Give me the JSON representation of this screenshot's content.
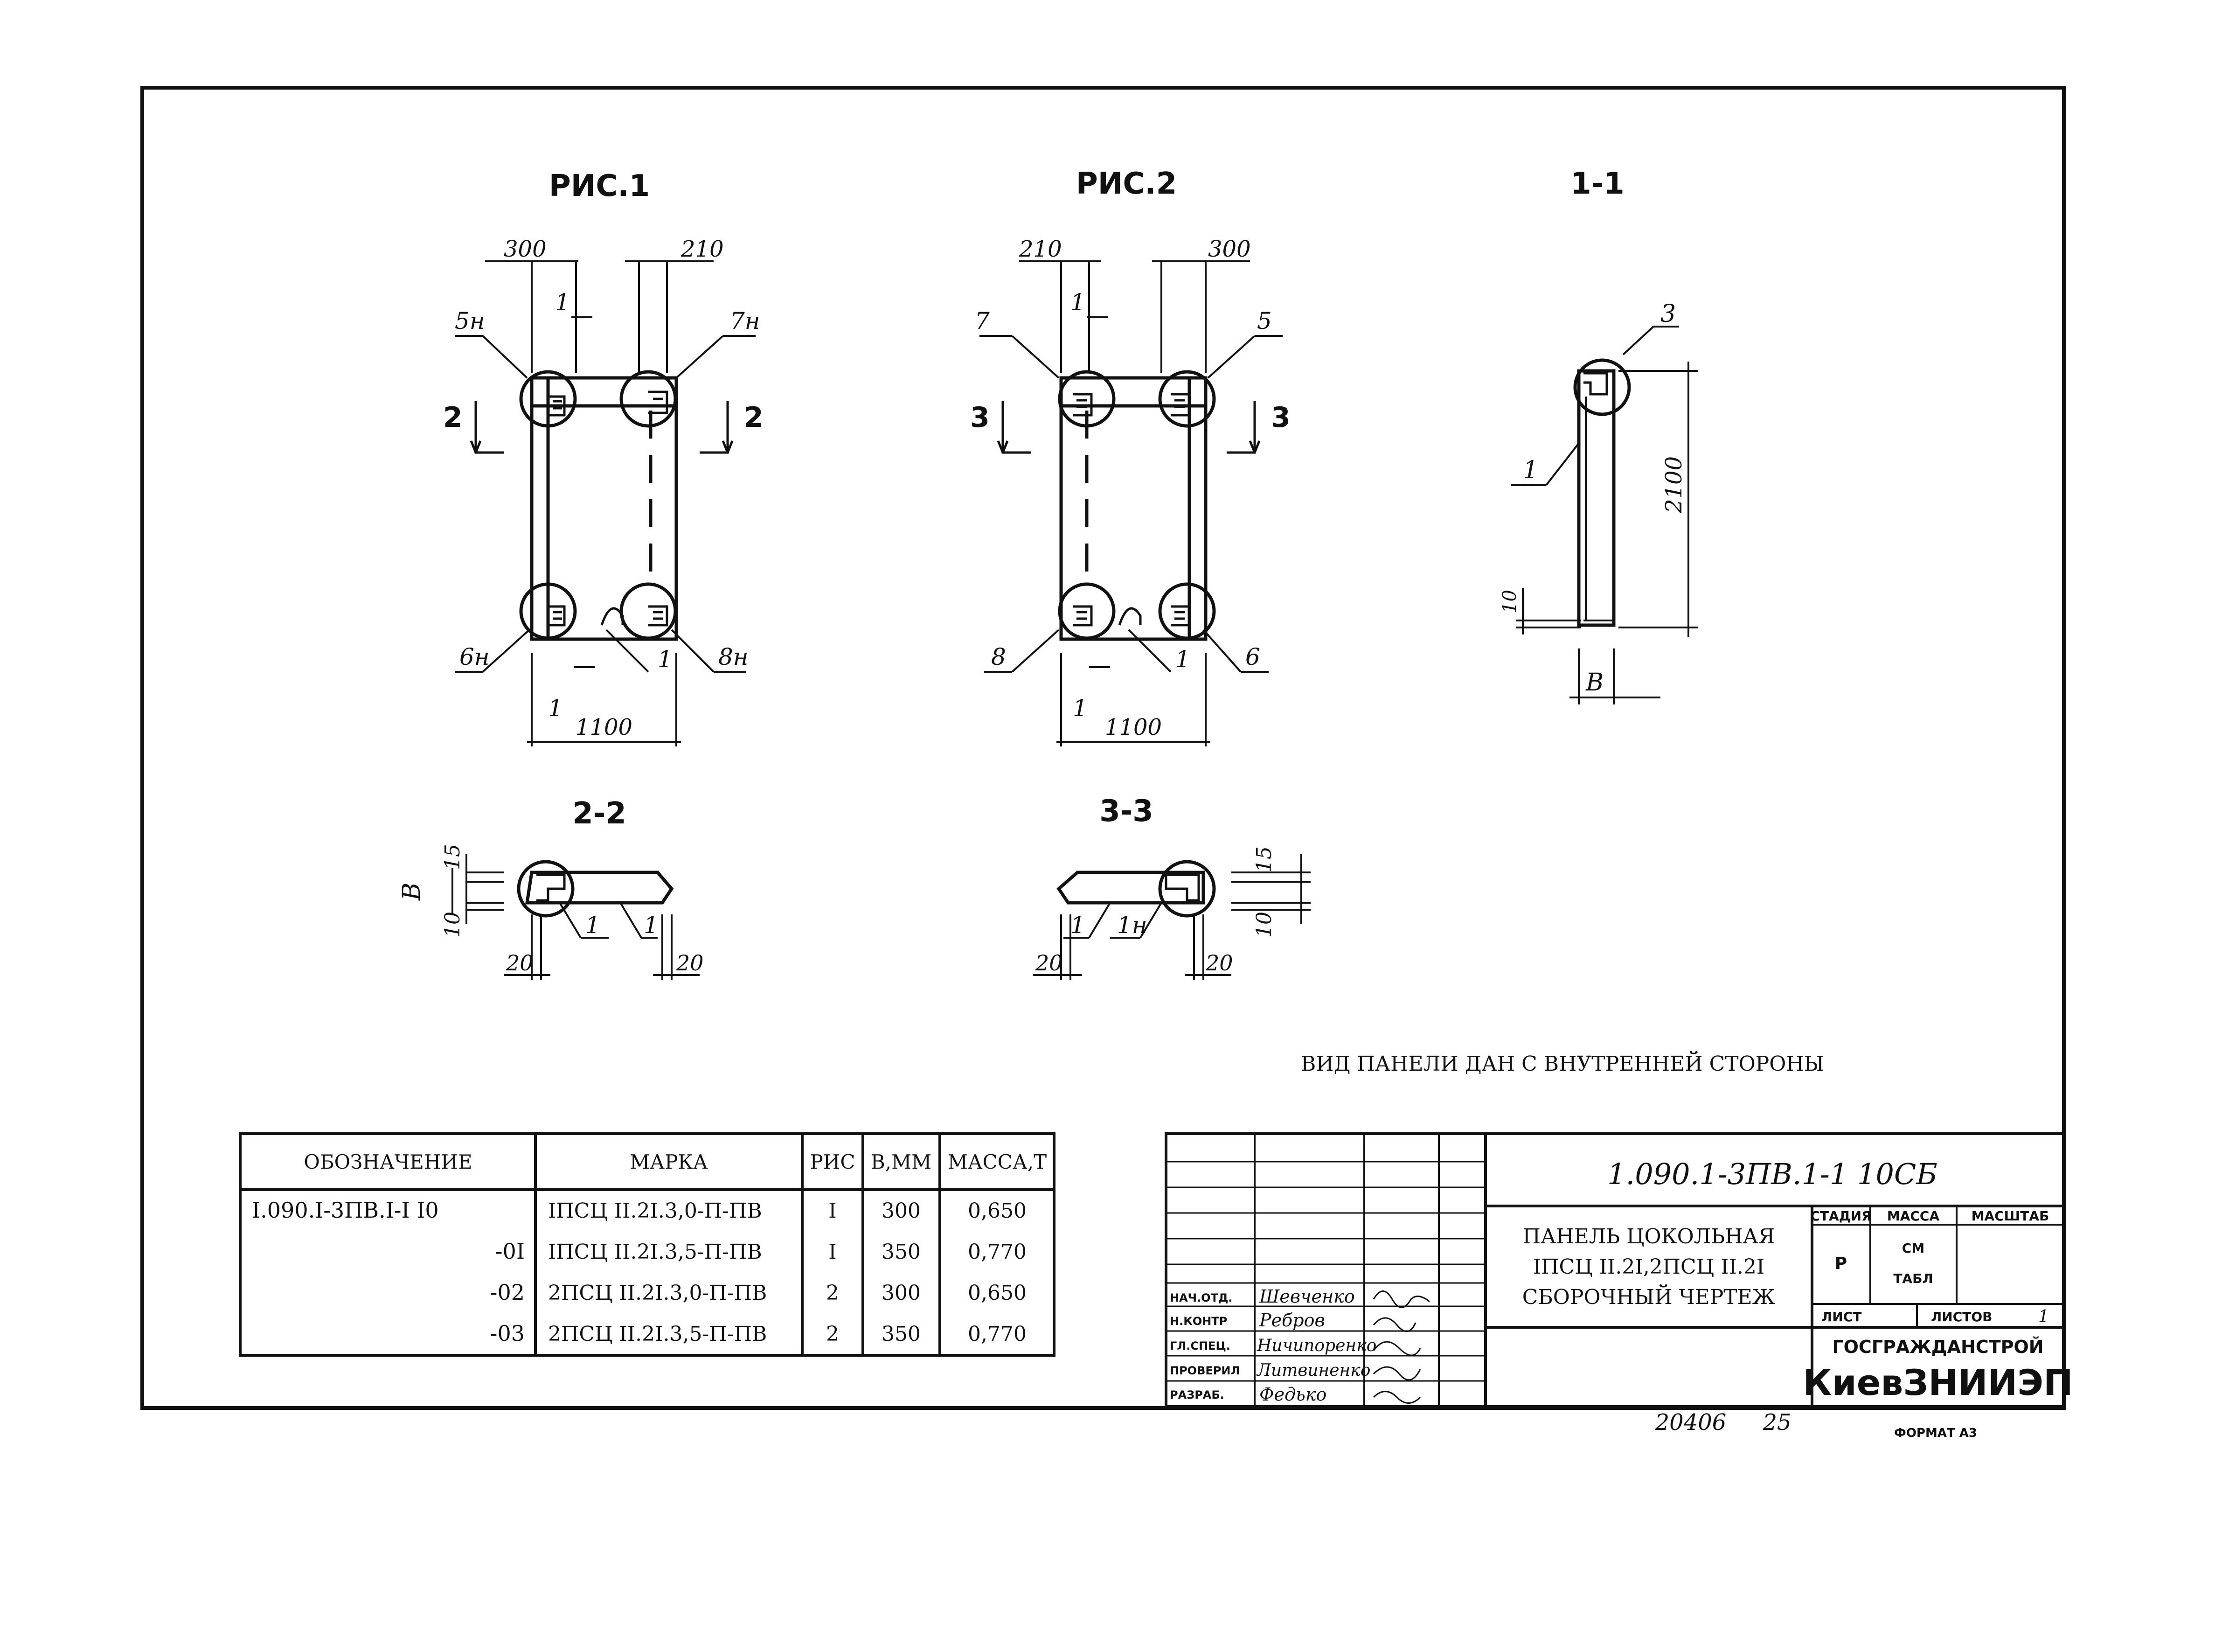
{
  "figures": {
    "fig1": {
      "title": "РИС.1",
      "dims": {
        "left_top": "300",
        "right_top": "210",
        "bottom": "1100"
      },
      "callouts": {
        "tl": "5н",
        "tr": "7н",
        "bl": "6н",
        "br": "8н",
        "mid": "1"
      },
      "section_marks": {
        "left": "2",
        "right": "2",
        "top": "1",
        "bottom": "1"
      }
    },
    "fig2": {
      "title": "РИС.2",
      "dims": {
        "left_top": "210",
        "right_top": "300",
        "bottom": "1100"
      },
      "callouts": {
        "tl": "7",
        "tr": "5",
        "bl": "8",
        "br": "6",
        "mid": "1"
      },
      "section_marks": {
        "left": "3",
        "right": "3",
        "top": "1",
        "bottom": "1"
      }
    },
    "sec11": {
      "title": "1-1",
      "callouts": {
        "top": "3",
        "side": "1"
      },
      "dims": {
        "height": "2100",
        "bottom": "10",
        "width": "В"
      }
    },
    "sec22": {
      "title": "2-2",
      "dims": {
        "b": "В",
        "t15": "15",
        "t10": "10",
        "left20": "20",
        "right20": "20"
      },
      "callouts": {
        "a": "1",
        "b": "1"
      }
    },
    "sec33": {
      "title": "3-3",
      "dims": {
        "t15": "15",
        "t10": "10",
        "left20": "20",
        "right20": "20"
      },
      "callouts": {
        "a": "1",
        "b": "1н"
      }
    }
  },
  "note": "ВИД ПАНЕЛИ ДАН С ВНУТРЕННЕЙ СТОРОНЫ",
  "spec_table": {
    "headers": [
      "ОБОЗНАЧЕНИЕ",
      "МАРКА",
      "РИС",
      "В,ММ",
      "МАССА,Т"
    ],
    "rows": [
      [
        "I.090.I-3ПВ.I-I I0",
        "IПСЦ II.2I.3,0-П-ПВ",
        "I",
        "300",
        "0,650"
      ],
      [
        "-0I",
        "IПСЦ II.2I.3,5-П-ПВ",
        "I",
        "350",
        "0,770"
      ],
      [
        "-02",
        "2ПСЦ II.2I.3,0-П-ПВ",
        "2",
        "300",
        "0,650"
      ],
      [
        "-03",
        "2ПСЦ II.2I.3,5-П-ПВ",
        "2",
        "350",
        "0,770"
      ]
    ]
  },
  "title_block": {
    "code": "1.090.1-3ПВ.1-1  10СБ",
    "name_lines": [
      "ПАНЕЛЬ ЦОКОЛЬНАЯ",
      "IПСЦ II.2I,2ПСЦ II.2I",
      "СБОРОЧНЫЙ ЧЕРТЕЖ"
    ],
    "stage_header": "СТАДИЯ",
    "mass_header": "МАССА",
    "scale_header": "МАСШТАБ",
    "stage_value": "Р",
    "mass_value": [
      "СМ",
      "ТАБЛ"
    ],
    "sheet_label": "ЛИСТ",
    "sheets_label": "ЛИСТОВ",
    "sheets_value": "1",
    "org_line1": "ГОСГРАЖДАНСТРОЙ",
    "org_line2": "КиевЗНИИЭП",
    "roles": [
      {
        "role": "НАЧ.ОТД.",
        "name": "Шевченко"
      },
      {
        "role": "Н.КОНТР",
        "name": "Ребров"
      },
      {
        "role": "ГЛ.СПЕЦ.",
        "name": "Ничипоренко"
      },
      {
        "role": "ПРОВЕРИЛ",
        "name": "Литвиненко"
      },
      {
        "role": "РАЗРАБ.",
        "name": "Федько"
      }
    ]
  },
  "footer": {
    "number": "20406",
    "page": "25",
    "format": "ФОРМАТ А3"
  }
}
